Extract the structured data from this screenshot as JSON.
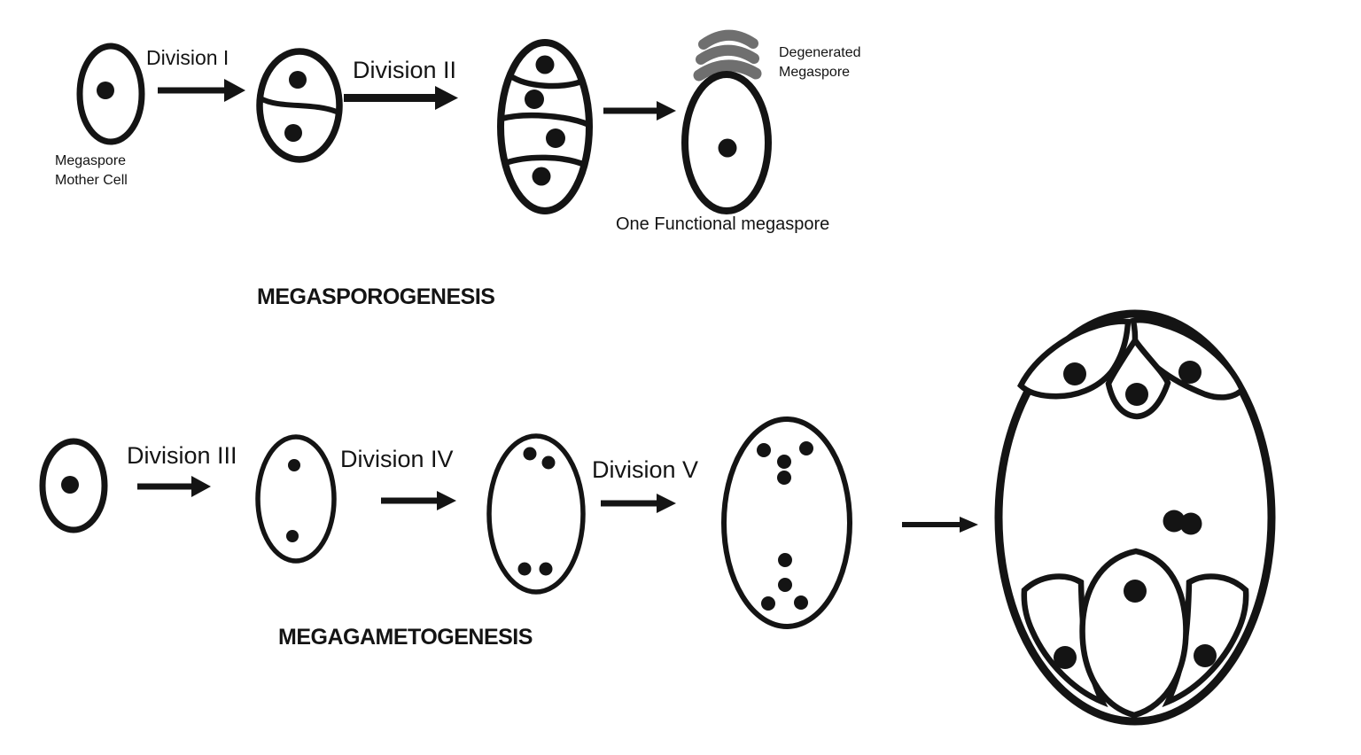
{
  "colors": {
    "ink": "#141414",
    "degenerated_gray": "#6f6f6f",
    "background": "#ffffff"
  },
  "megasporogenesis": {
    "title": "MEGASPOROGENESIS",
    "mother_cell_label": {
      "line1": "Megaspore",
      "line2": "Mother Cell"
    },
    "division1_label": "Division I",
    "division2_label": "Division II",
    "degenerated_label": {
      "line1": "Degenerated",
      "line2": "Megaspore"
    },
    "functional_label": "One Functional megaspore",
    "nuclei_counts_per_stage": [
      1,
      2,
      4,
      1
    ],
    "degenerated_megaspore_count": 3
  },
  "megagametogenesis": {
    "title": "MEGAGAMETOGENESIS",
    "division3_label": "Division III",
    "division4_label": "Division IV",
    "division5_label": "Division V",
    "nuclei_counts_per_stage": [
      1,
      2,
      4,
      8
    ],
    "mature_embryo_sac": {
      "antipodal_cells": 3,
      "polar_nuclei": 2,
      "egg_cells": 1,
      "synergids": 2
    }
  }
}
